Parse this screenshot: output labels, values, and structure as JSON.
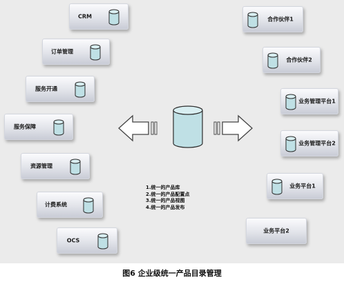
{
  "left_nodes": [
    {
      "label": "CRM"
    },
    {
      "label": "订单管理"
    },
    {
      "label": "服务开通"
    },
    {
      "label": "服务保障"
    },
    {
      "label": "资源管理"
    },
    {
      "label": "计费系统"
    },
    {
      "label": "OCS"
    }
  ],
  "right_nodes": [
    {
      "label": "合作伙伴1"
    },
    {
      "label": "合作伙伴2"
    },
    {
      "label": "业务管理平台1"
    },
    {
      "label": "业务管理平台2"
    },
    {
      "label": "业务平台1"
    },
    {
      "label": "业务平台2"
    }
  ],
  "notes": [
    "1.统一的产品库",
    "2.统一的产品配置点",
    "3.统一的产品视图",
    "4.统一的产品发布"
  ],
  "caption": "图6  企业级统一产品目录管理",
  "colors": {
    "cylinder_fill": "#bfe0e5",
    "cylinder_stroke": "#2b2b2b",
    "node_gradient_top": "#fbfbfd",
    "node_gradient_bottom": "#c9ccd6"
  }
}
